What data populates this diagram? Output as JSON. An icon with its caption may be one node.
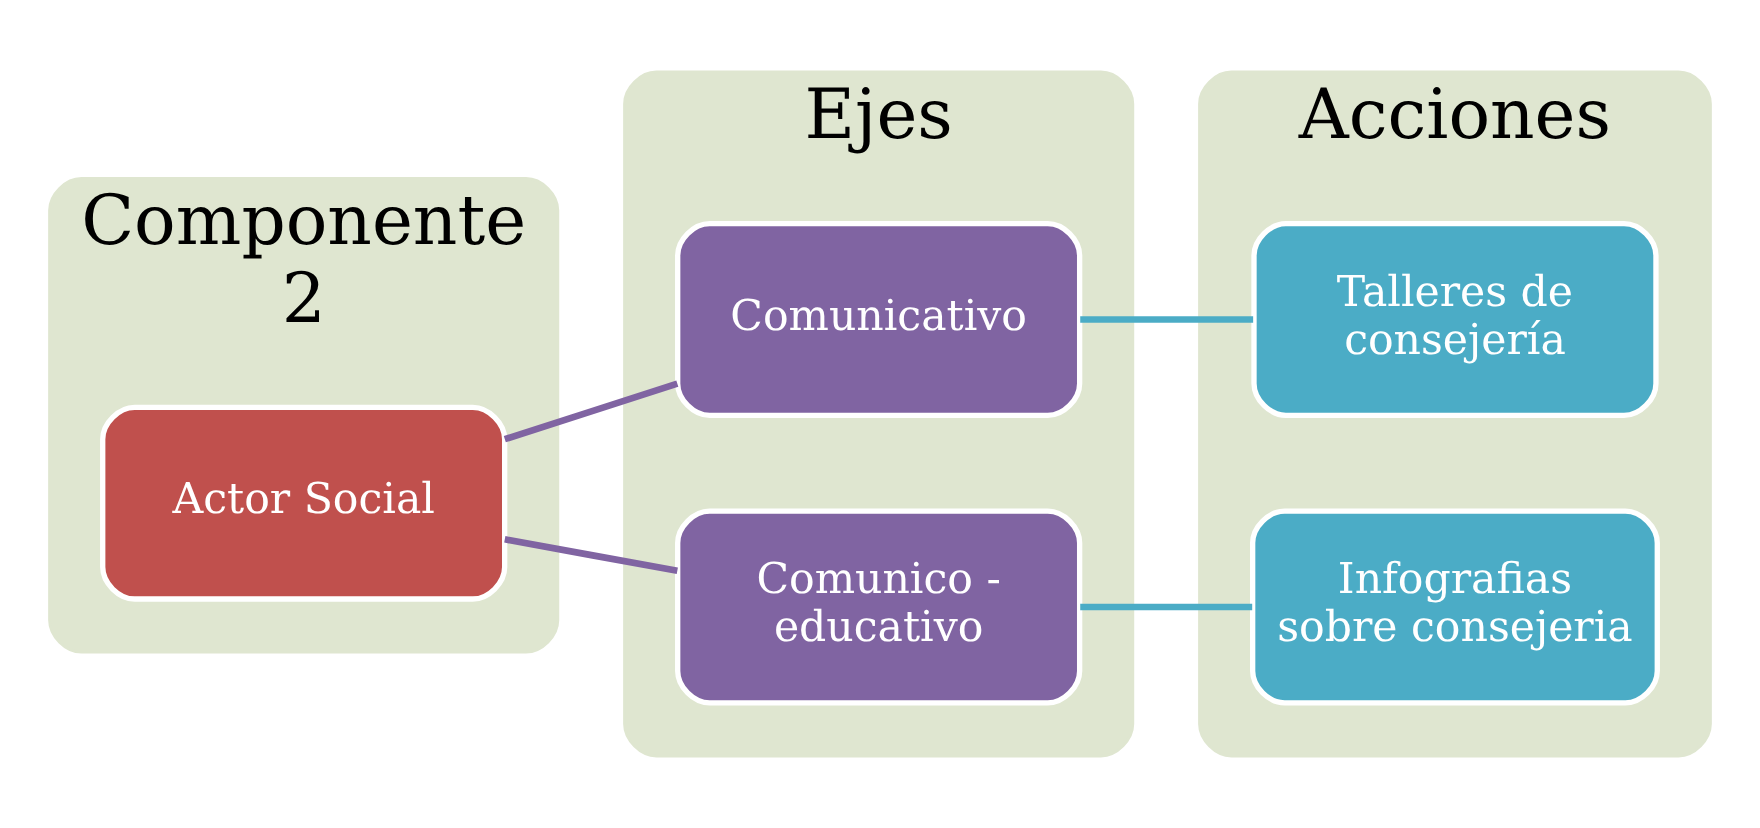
{
  "diagram": {
    "nodes": [
      {
        "text": [
          "Componente 2"
        ]
      },
      {
        "text": [
          "Actor Social"
        ],
        "in": 0
      },
      {
        "text": [
          "Ejes"
        ]
      },
      {
        "text": [
          "Comunicativo"
        ],
        "in": 2
      },
      {
        "text": [
          "Comunico - educativo"
        ],
        "in": 2
      },
      {
        "text": [
          "Acciones"
        ]
      },
      {
        "text": [
          "Talleres de consejería"
        ],
        "in": 5
      },
      {
        "text": [
          "Infografias sobre consejeria"
        ],
        "in": 5
      }
    ],
    "edges": [
      {
        "from": 1,
        "to": 3,
        "arrow": "none",
        "color": "#8064a2"
      },
      {
        "from": 1,
        "to": 4,
        "arrow": "none",
        "color": "#8064a2"
      },
      {
        "from": 3,
        "to": 6,
        "arrow": "none",
        "color": "#4bacc6"
      },
      {
        "from": 4,
        "to": 7,
        "arrow": "none",
        "color": "#4bacc6"
      }
    ]
  }
}
